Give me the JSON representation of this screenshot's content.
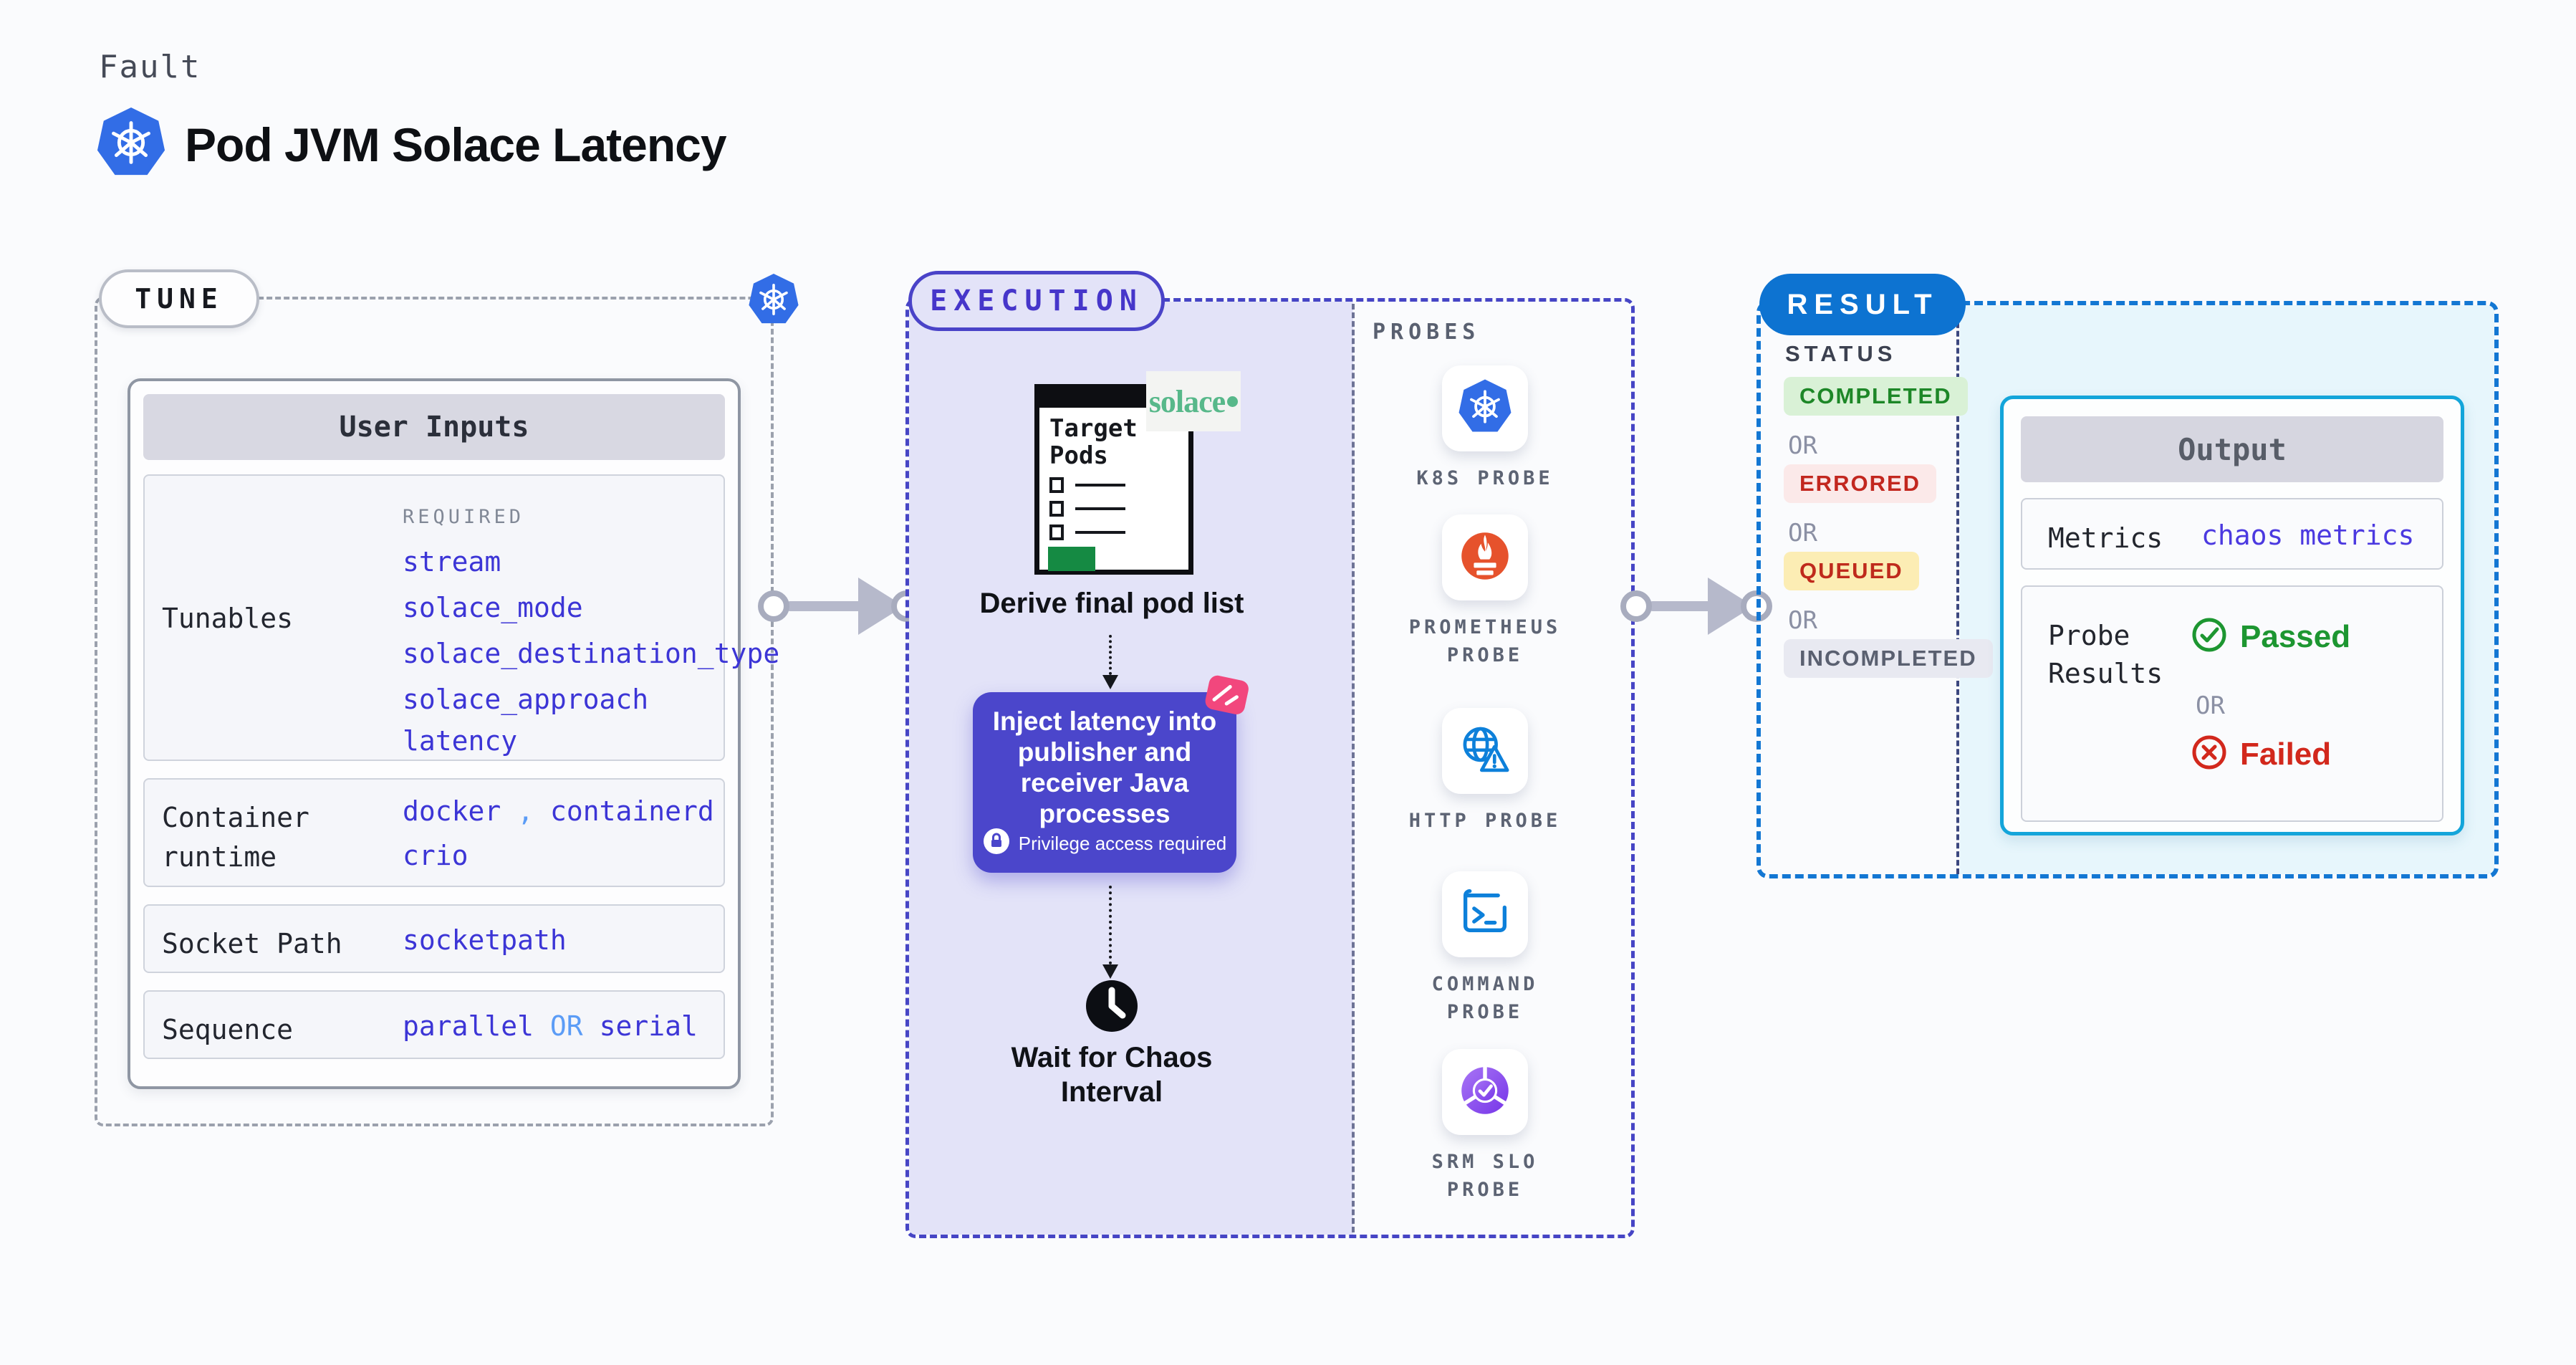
{
  "page": {
    "fault_label": "Fault",
    "title": "Pod JVM Solace Latency"
  },
  "colors": {
    "kubernetes_blue": "#326de6",
    "indigo_accent": "#4a43c8",
    "lavender_bg": "#e3e3f8",
    "inject_purple": "#4b46cb",
    "pink_accent": "#f2477d",
    "result_blue": "#0d73d1",
    "cyan_border": "#14a5da",
    "cyan_bg": "#e7f6fc",
    "value_blue": "#3c35d6",
    "passed_green": "#1d9631",
    "failed_red": "#d2281c",
    "queued_yellow_bg": "#fcedb4",
    "prometheus_orange": "#e6522c",
    "solace_green": "#57b88a",
    "target_green": "#158a43"
  },
  "tune": {
    "badge": "TUNE",
    "user_inputs_title": "User Inputs",
    "tunables": {
      "label": "Tunables",
      "required_label": "REQUIRED",
      "values": [
        "stream",
        "solace_mode",
        "solace_destination_type",
        "solace_approach",
        "latency"
      ]
    },
    "container_runtime": {
      "label": "Container runtime",
      "value1": "docker",
      "separator": ",",
      "value2": "containerd",
      "value3": "crio"
    },
    "socket_path": {
      "label": "Socket Path",
      "value": "socketpath"
    },
    "sequence": {
      "label": "Sequence",
      "value1": "parallel",
      "or": "OR",
      "value2": "serial"
    }
  },
  "execution": {
    "badge": "EXECUTION",
    "target_pods_title": "Target Pods",
    "solace_logo": "solace",
    "derive_caption": "Derive final pod list",
    "inject_text": "Inject latency into publisher and receiver Java processes",
    "privilege_text": "Privilege access required",
    "wait_caption": "Wait for Chaos Interval"
  },
  "probes": {
    "label": "PROBES",
    "items": [
      {
        "label": "K8S PROBE",
        "icon": "kubernetes-icon"
      },
      {
        "label": "PROMETHEUS PROBE",
        "icon": "prometheus-icon"
      },
      {
        "label": "HTTP PROBE",
        "icon": "globe-warning-icon"
      },
      {
        "label": "COMMAND PROBE",
        "icon": "terminal-icon"
      },
      {
        "label": "SRM SLO PROBE",
        "icon": "slo-donut-icon"
      }
    ]
  },
  "result": {
    "badge": "RESULT",
    "status_label": "STATUS",
    "or_label": "OR",
    "statuses": [
      {
        "label": "COMPLETED"
      },
      {
        "label": "ERRORED"
      },
      {
        "label": "QUEUED"
      },
      {
        "label": "INCOMPLETED"
      }
    ],
    "output": {
      "title": "Output",
      "metrics_label": "Metrics",
      "metrics_value": "chaos metrics",
      "probe_results_label": "Probe Results",
      "passed_label": "Passed",
      "or_label": "OR",
      "failed_label": "Failed"
    }
  }
}
